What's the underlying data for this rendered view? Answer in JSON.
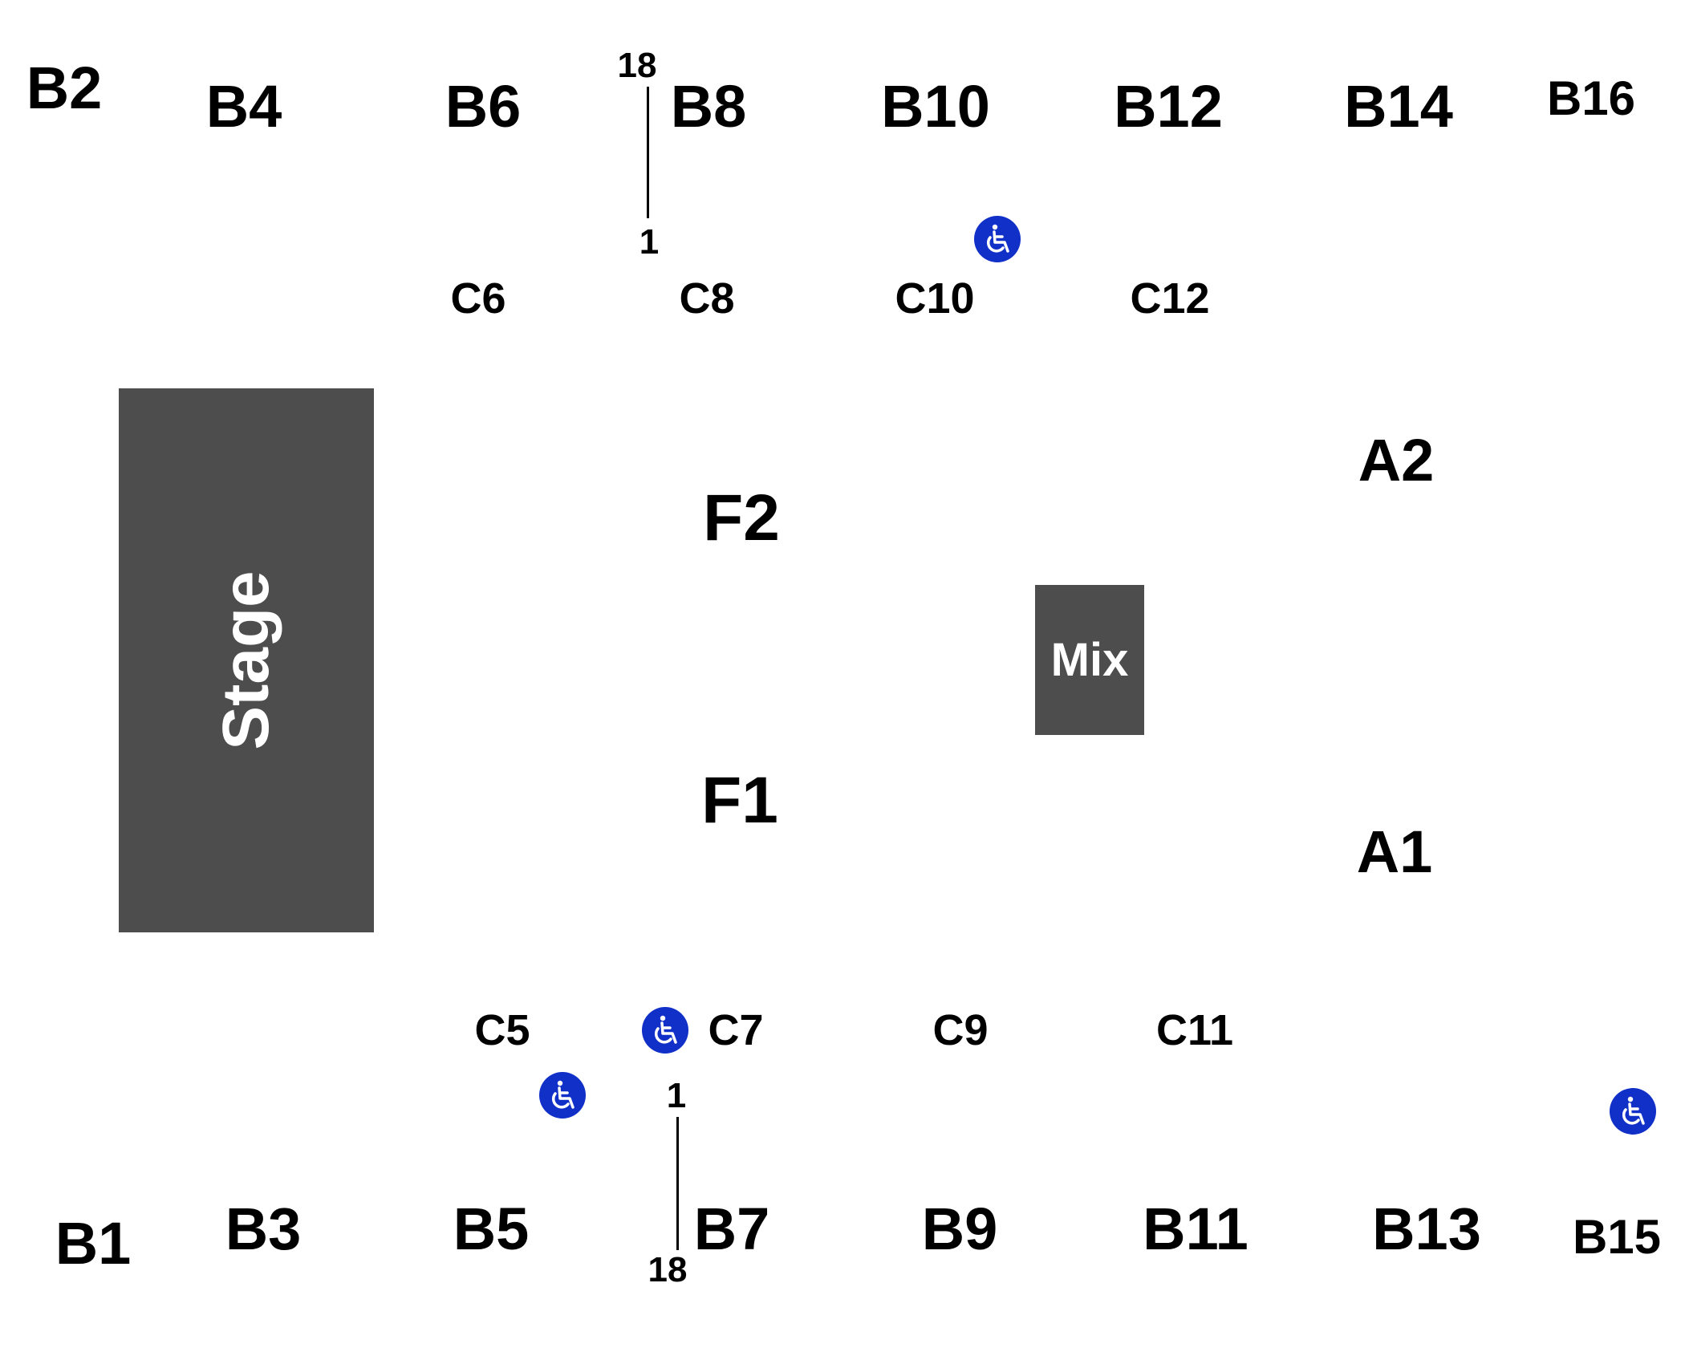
{
  "map": {
    "stage_label": "Stage",
    "mix_label": "Mix",
    "sections_top_b": [
      "B2",
      "B4",
      "B6",
      "B8",
      "B10",
      "B12",
      "B14",
      "B16"
    ],
    "sections_top_c": [
      "C6",
      "C8",
      "C10",
      "C12"
    ],
    "sections_floor": [
      "F2",
      "F1"
    ],
    "sections_a": [
      "A2",
      "A1"
    ],
    "sections_bottom_c": [
      "C5",
      "C7",
      "C9",
      "C11"
    ],
    "sections_bottom_b": [
      "B1",
      "B3",
      "B5",
      "B7",
      "B9",
      "B11",
      "B13",
      "B15"
    ],
    "row_indicator_top": {
      "start": "18",
      "end": "1"
    },
    "row_indicator_bottom": {
      "start": "1",
      "end": "18"
    },
    "accessible_icon": "wheelchair-icon",
    "colors": {
      "block": "#4d4d4d",
      "accessible": "#1130c8",
      "text": "#000000",
      "background": "#ffffff"
    }
  }
}
